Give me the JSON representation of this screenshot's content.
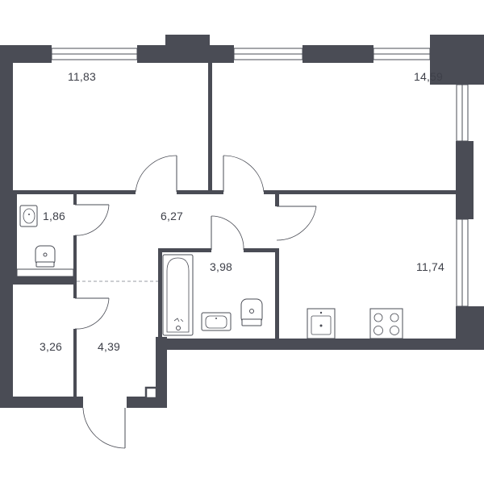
{
  "rooms": [
    {
      "id": "room-11-83",
      "area": "11,83"
    },
    {
      "id": "room-14-59",
      "area": "14,59"
    },
    {
      "id": "room-1-86",
      "area": "1,86"
    },
    {
      "id": "room-6-27",
      "area": "6,27"
    },
    {
      "id": "room-3-98",
      "area": "3,98"
    },
    {
      "id": "room-11-74",
      "area": "11,74"
    },
    {
      "id": "room-3-26",
      "area": "3,26"
    },
    {
      "id": "room-4-39",
      "area": "4,39"
    }
  ],
  "colors": {
    "wall": "#4a4c55",
    "text": "#3e4049",
    "background": "#ffffff"
  }
}
